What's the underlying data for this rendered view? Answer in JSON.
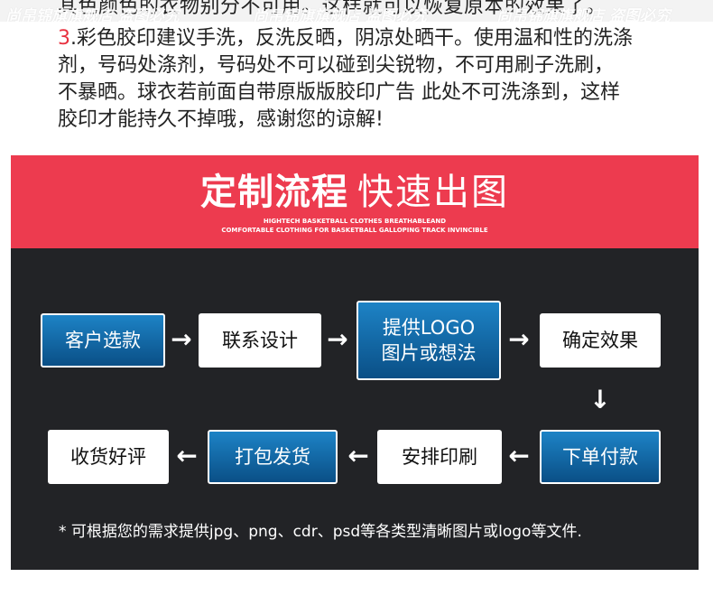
{
  "watermark": [
    "尚帛锦旗旗舰店 盗图必究",
    "尚帛锦旗旗舰店 盗图必究",
    "尚帛锦旗旗舰店 盗图必究"
  ],
  "care_text": {
    "cut_line": "其色颜色的衣物别分不可用。这样就可以恢复原本的效果了。",
    "number": "3",
    "line1": ".彩色胶印建议手洗，反洗反晒，阴凉处晒干。使用温和性的洗涤",
    "line2": "剂，号码处涤剂，号码处不可以碰到尖锐物，不可用刷子洗刷，",
    "line3": "不暴晒。球衣若前面自带原版版胶印广告 此处不可洗涤到，这样",
    "line4": "胶印才能持久不掉哦，感谢您的谅解!"
  },
  "banner": {
    "title_bold": "定制流程",
    "title_light": "快速出图",
    "sub1": "HIGHTECH BASKETBALL CLOTHES BREATHABLEAND",
    "sub2": "COMFORTABLE CLOTHING FOR BASKETBALL GALLOPING TRACK INVINCIBLE",
    "color": "#ed3b4f"
  },
  "steps": {
    "s1": "客户选款",
    "s2": "联系设计",
    "s3a": "提供LOGO",
    "s3b": "图片或想法",
    "s4": "确定效果",
    "s5": "下单付款",
    "s6": "安排印刷",
    "s7": "打包发货",
    "s8": "收货好评"
  },
  "arrows": {
    "right": "→",
    "left": "←",
    "down": "↓"
  },
  "note": "* 可根据您的需求提供jpg、png、cdr、psd等各类型清晰图片或logo等文件.",
  "colors": {
    "panel_bg": "#222326",
    "step_blue": "#0a5d9e",
    "step_white": "#ffffff",
    "accent_red": "#e8313f"
  }
}
